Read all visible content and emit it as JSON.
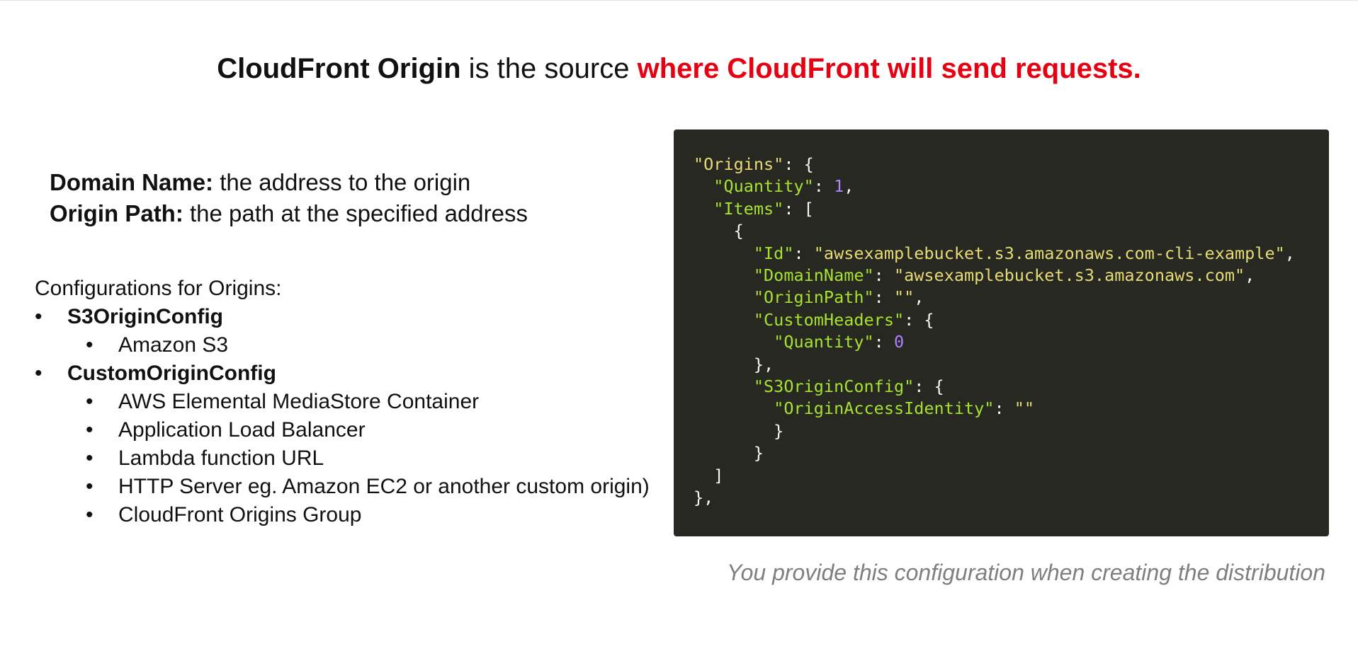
{
  "title": {
    "part1": "CloudFront Origin",
    "part2": " is the source ",
    "part3": "where CloudFront will send requests."
  },
  "definitions": [
    {
      "term": "Domain Name:",
      "desc": " the address to the origin"
    },
    {
      "term": "Origin Path:",
      "desc": " the path at the specified address"
    }
  ],
  "configurations": {
    "heading": "Configurations for Origins:",
    "groups": [
      {
        "name": "S3OriginConfig",
        "items": [
          "Amazon S3"
        ]
      },
      {
        "name": "CustomOriginConfig",
        "items": [
          "AWS Elemental MediaStore Container",
          "Application Load Balancer",
          "Lambda function URL",
          "HTTP Server eg. Amazon EC2 or another custom origin)",
          "CloudFront Origins Group"
        ]
      }
    ]
  },
  "code": {
    "origins_key": "\"Origins\"",
    "quantity_key": "\"Quantity\"",
    "quantity_value": "1",
    "items_key": "\"Items\"",
    "id_key": "\"Id\"",
    "id_value": "\"awsexamplebucket.s3.amazonaws.com-cli-example\"",
    "domainname_key": "\"DomainName\"",
    "domainname_value": "\"awsexamplebucket.s3.amazonaws.com\"",
    "originpath_key": "\"OriginPath\"",
    "originpath_value": "\"\"",
    "customheaders_key": "\"CustomHeaders\"",
    "ch_quantity_key": "\"Quantity\"",
    "ch_quantity_value": "0",
    "s3originconfig_key": "\"S3OriginConfig\"",
    "oai_key": "\"OriginAccessIdentity\"",
    "oai_value": "\"\""
  },
  "caption": "You provide this configuration when creating the distribution"
}
